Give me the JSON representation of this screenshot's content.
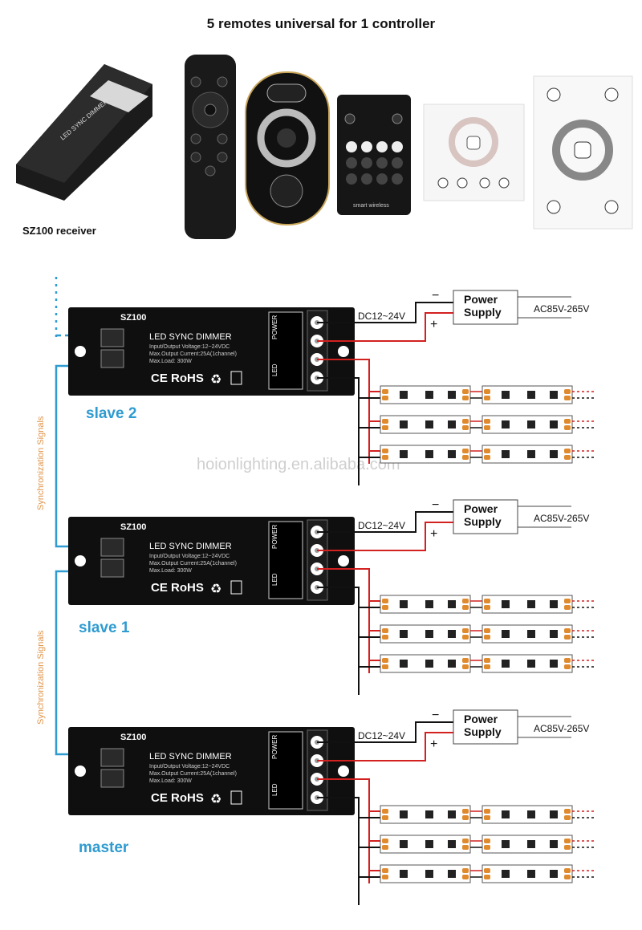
{
  "title": "5 remotes universal for 1 controller",
  "receiver_label": "SZ100 receiver",
  "watermark": "hoionlighting.en.alibaba.com",
  "sync_label": "Synchronization Signals",
  "controllers": [
    {
      "role": "slave 2"
    },
    {
      "role": "slave 1"
    },
    {
      "role": "master"
    }
  ],
  "controller": {
    "model": "SZ100",
    "name": "LED SYNC DIMMER",
    "spec1": "Input/Output Voltage:12~24VDC",
    "spec2": "Max.Output Current:25A(1channel)",
    "spec3": "Max.Load: 300W",
    "cert": "CE RoHS",
    "power_label": "POWER",
    "led_label": "LED"
  },
  "power_supply": {
    "line1": "Power",
    "line2": "Supply",
    "dc": "DC12~24V",
    "ac": "AC85V-265V",
    "minus": "−",
    "plus": "+"
  },
  "remote_brand": "smart wireless",
  "colors": {
    "accent": "#2f9bd0",
    "sync": "#e0954a",
    "red": "#d32020",
    "black": "#111111"
  }
}
